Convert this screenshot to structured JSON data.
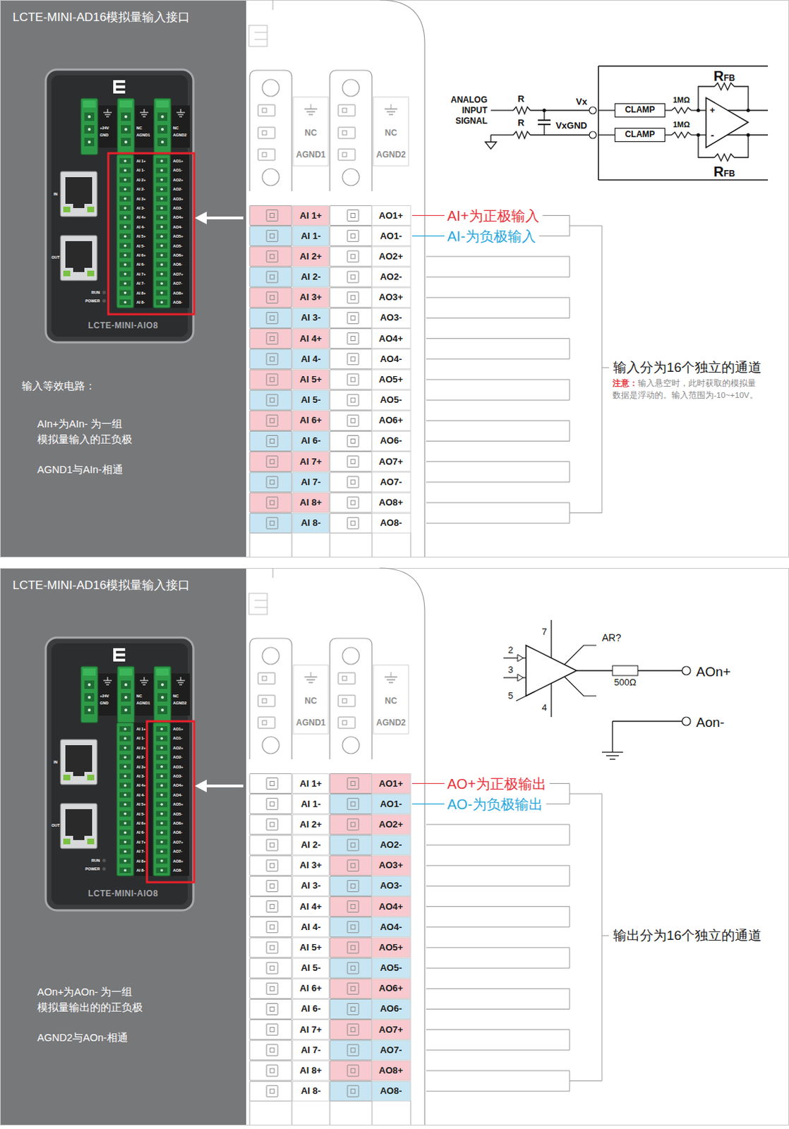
{
  "diagram": {
    "nodes": [
      {
        "text": [
          "LCTE-MINI-AIO8"
        ]
      },
      {
        "text": [
          "CLAMP"
        ]
      },
      {
        "text": [
          "CLAMP"
        ]
      },
      {
        "text": [
          "LCTE-MINI-AIO8"
        ]
      }
    ],
    "labels": [
      "LCTE-MINI-AD16模拟量输入接口",
      "+24V",
      "GND",
      "NC",
      "AGND1",
      "NC",
      "AGND2",
      "AI 1+",
      "AI 1-",
      "AI 2+",
      "AI 2-",
      "AI 3+",
      "AI 3-",
      "AI 4+",
      "AI 4-",
      "AI 5+",
      "AI 5-",
      "AI 6+",
      "AI 6-",
      "AI 7+",
      "AI 7-",
      "AI 8+",
      "AI 8-",
      "AO1+",
      "AO1-",
      "AO2+",
      "AO2-",
      "AO3+",
      "AO3-",
      "AO4+",
      "AO4-",
      "AO5+",
      "AO5-",
      "AO6+",
      "AO6-",
      "AO7+",
      "AO7-",
      "AO8+",
      "AO8-",
      "IN",
      "OUT",
      "RUN",
      "POWER",
      "输入等效电路：",
      "AIn+为AIn- 为一组 模拟量输入的正负极",
      "AGND1与AIn-相通",
      "NC",
      "AGND1",
      "NC",
      "AGND2",
      "AI 1+",
      "AO1+",
      "AI 1-",
      "AO1-",
      "AI 2+",
      "AO2+",
      "AI 2-",
      "AO2-",
      "AI 3+",
      "AO3+",
      "AI 3-",
      "AO3-",
      "AI 4+",
      "AO4+",
      "AI 4-",
      "AO4-",
      "AI 5+",
      "AO5+",
      "AI 5-",
      "AO5-",
      "AI 6+",
      "AO6+",
      "AI 6-",
      "AO6-",
      "AI 7+",
      "AO7+",
      "AI 7-",
      "AO7-",
      "AI 8+",
      "AO8+",
      "AI 8-",
      "AO8-",
      "AI+为正极输入",
      "AI-为负极输入",
      "输入分为16个独立的通道",
      "注意：",
      "输入悬空时，此时获取的模拟量 数据是浮动的。输入范围为-10~+10V。",
      "ANALOG INPUT SIGNAL",
      "R",
      "Vx",
      "R",
      "VxGND",
      "1MΩ",
      "1MΩ",
      "+",
      "-",
      "RFB",
      "RFB",
      "LCTE-MINI-AD16模拟量输入接口",
      "+24V",
      "GND",
      "NC",
      "AGND1",
      "NC",
      "AGND2",
      "AI 1+",
      "AI 1-",
      "AI 2+",
      "AI 2-",
      "AI 3+",
      "AI 3-",
      "AI 4+",
      "AI 4-",
      "AI 5+",
      "AI 5-",
      "AI 6+",
      "AI 6-",
      "AI 7+",
      "AI 7-",
      "AI 8+",
      "AI 8-",
      "AO1+",
      "AO1-",
      "AO2+",
      "AO2-",
      "AO3+",
      "AO3-",
      "AO4+",
      "AO4-",
      "AO5+",
      "AO5-",
      "AO6+",
      "AO6-",
      "AO7+",
      "AO7-",
      "AO8+",
      "AO8-",
      "IN",
      "OUT",
      "RUN",
      "POWER",
      "AOn+为AOn- 为一组 模拟量输出的的正负极",
      "AGND2与AOn-相通",
      "NC",
      "AGND1",
      "NC",
      "AGND2",
      "AI 1+",
      "AO1+",
      "AI 1-",
      "AO1-",
      "AI 2+",
      "AO2+",
      "AI 2-",
      "AO2-",
      "AI 3+",
      "AO3+",
      "AI 3-",
      "AO3-",
      "AI 4+",
      "AO4+",
      "AI 4-",
      "AO4-",
      "AI 5+",
      "AO5+",
      "AI 5-",
      "AO5-",
      "AI 6+",
      "AO6+",
      "AI 6-",
      "AO6-",
      "AI 7+",
      "AO7+",
      "AI 7-",
      "AO7-",
      "AI 8+",
      "AO8+",
      "AI 8-",
      "AO8-",
      "AO+为正极输出",
      "AO-为负极输出",
      "输出分为16个独立的通道",
      "7",
      "AR?",
      "2",
      "3",
      "5",
      "4",
      "500Ω",
      "AOn+",
      "Aon-"
    ]
  }
}
